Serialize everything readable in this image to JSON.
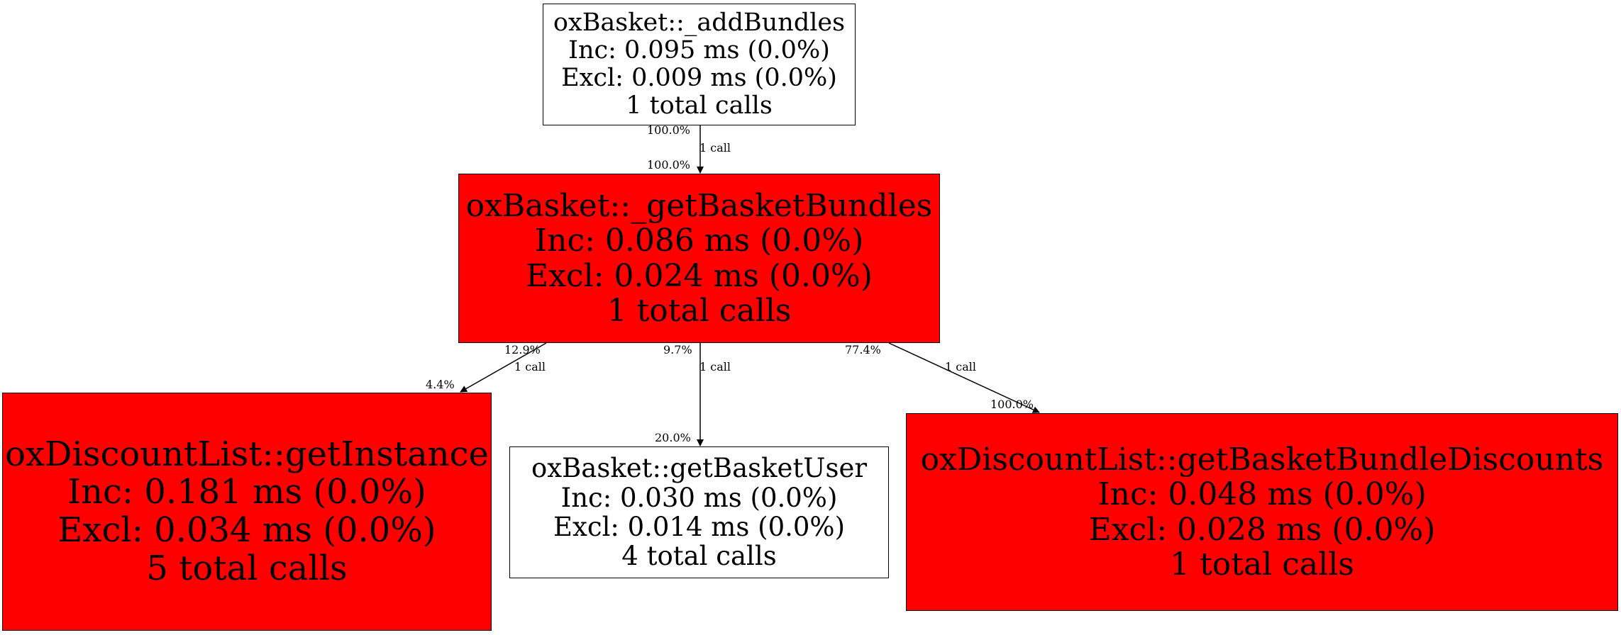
{
  "colors": {
    "hot": "#ff0000",
    "cold": "#ffffff",
    "stroke": "#000000"
  },
  "nodes": [
    {
      "id": "addBundles",
      "fill": "cold",
      "name": "oxBasket::_addBundles",
      "inc": "Inc: 0.095 ms (0.0%)",
      "excl": "Excl: 0.009 ms (0.0%)",
      "calls": "1 total calls"
    },
    {
      "id": "getBasketBundles",
      "fill": "hot",
      "name": "oxBasket::_getBasketBundles",
      "inc": "Inc: 0.086 ms (0.0%)",
      "excl": "Excl: 0.024 ms (0.0%)",
      "calls": "1 total calls"
    },
    {
      "id": "getInstance",
      "fill": "hot",
      "name": "oxDiscountList::getInstance",
      "inc": "Inc: 0.181 ms (0.0%)",
      "excl": "Excl: 0.034 ms (0.0%)",
      "calls": "5 total calls"
    },
    {
      "id": "getBasketUser",
      "fill": "cold",
      "name": "oxBasket::getBasketUser",
      "inc": "Inc: 0.030 ms (0.0%)",
      "excl": "Excl: 0.014 ms (0.0%)",
      "calls": "4 total calls"
    },
    {
      "id": "getBasketBundleDiscounts",
      "fill": "hot",
      "name": "oxDiscountList::getBasketBundleDiscounts",
      "inc": "Inc: 0.048 ms (0.0%)",
      "excl": "Excl: 0.028 ms (0.0%)",
      "calls": "1 total calls"
    }
  ],
  "edges": [
    {
      "from": "addBundles",
      "to": "getBasketBundles",
      "tail_pct": "100.0%",
      "head_pct": "100.0%",
      "calls": "1 call"
    },
    {
      "from": "getBasketBundles",
      "to": "getInstance",
      "tail_pct": "12.9%",
      "head_pct": "4.4%",
      "calls": "1 call"
    },
    {
      "from": "getBasketBundles",
      "to": "getBasketUser",
      "tail_pct": "9.7%",
      "head_pct": "20.0%",
      "calls": "1 call"
    },
    {
      "from": "getBasketBundles",
      "to": "getBasketBundleDiscounts",
      "tail_pct": "77.4%",
      "head_pct": "100.0%",
      "calls": "1 call"
    }
  ]
}
